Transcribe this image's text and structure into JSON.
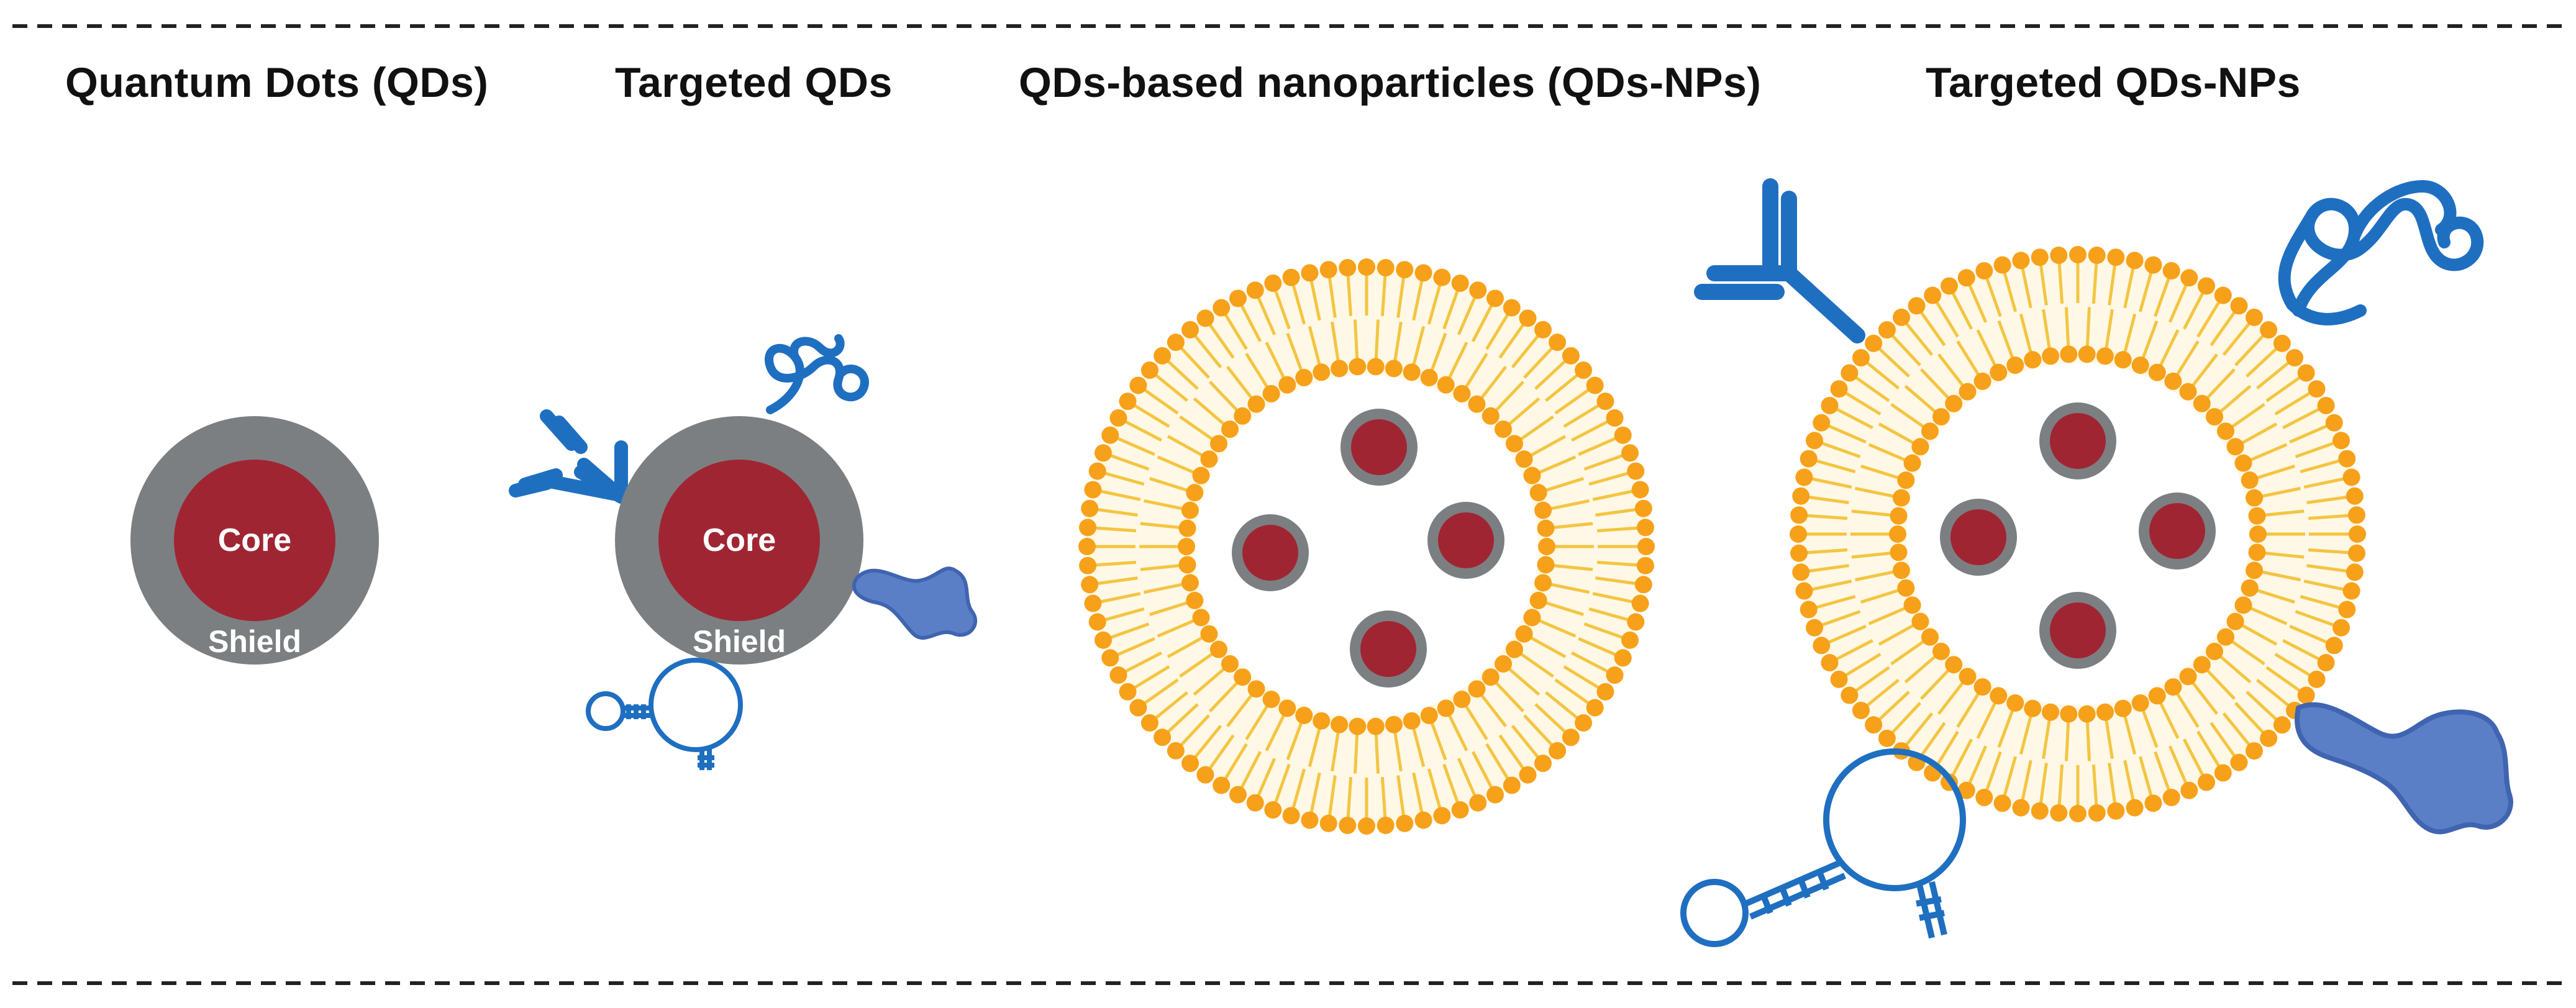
{
  "panels": [
    {
      "title": "Quantum Dots (QDs)",
      "core_label": "Core",
      "shell_label": "Shield"
    },
    {
      "title": "Targeted QDs",
      "core_label": "Core",
      "shell_label": "Shield"
    },
    {
      "title": "QDs-based nanoparticles (QDs-NPs)"
    },
    {
      "title": "Targeted QDs-NPs"
    }
  ],
  "colors": {
    "core": "#a02533",
    "shell": "#7c7f82",
    "lipid_head": "#f7a11a",
    "lipid_tail": "#f4c542",
    "ligand": "#1f6fc1",
    "protein": "#5b7fc7",
    "divider": "#222222"
  },
  "icons": [
    "antibody-icon",
    "peptide-icon",
    "protein-icon",
    "aptamer-icon"
  ]
}
